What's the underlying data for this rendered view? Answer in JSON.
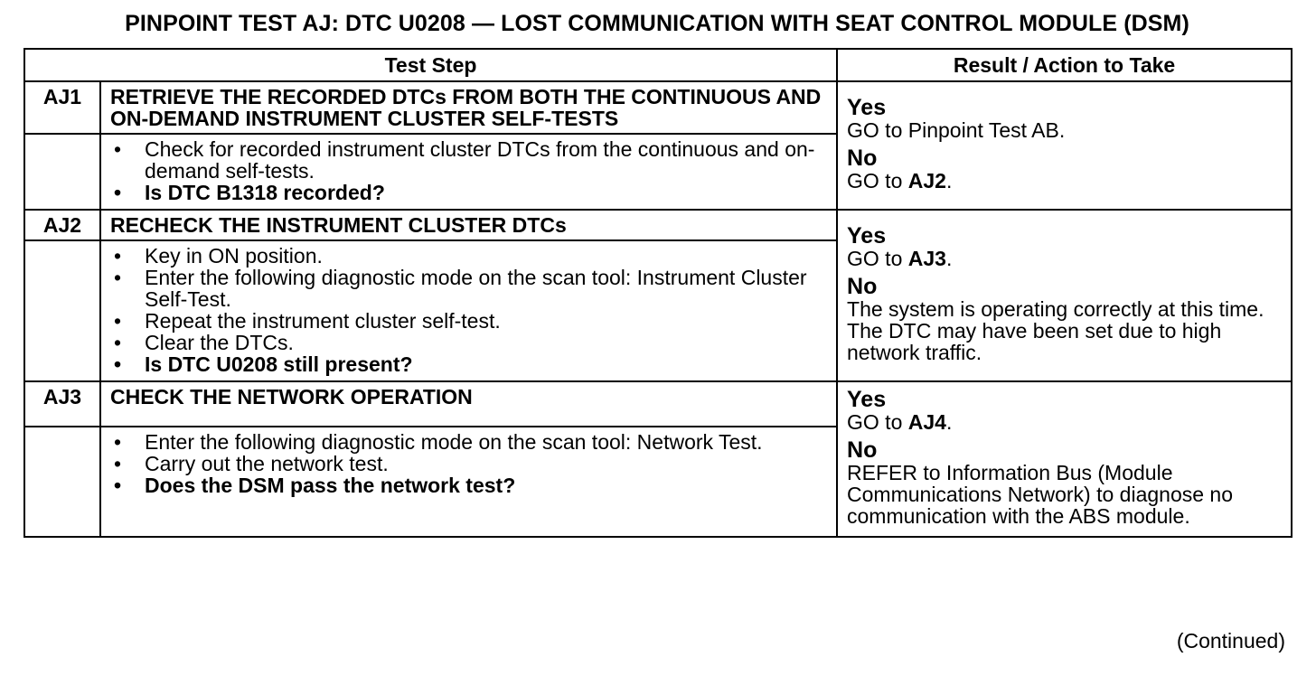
{
  "title": "PINPOINT TEST  AJ: DTC U0208 — LOST COMMUNICATION WITH SEAT CONTROL MODULE (DSM)",
  "columns": {
    "step": "Test Step",
    "result": "Result / Action to Take"
  },
  "steps": [
    {
      "id": "AJ1",
      "heading": "RETRIEVE THE RECORDED DTCs FROM BOTH THE CONTINUOUS AND ON-DEMAND INSTRUMENT CLUSTER SELF-TESTS",
      "actions": [
        {
          "text": "Check for recorded instrument cluster DTCs from the continuous and on-demand self-tests.",
          "question": false
        },
        {
          "text": "Is DTC B1318 recorded?",
          "question": true
        }
      ],
      "yes_label": "Yes",
      "yes_action_prefix": "GO to Pinpoint Test AB.",
      "yes_action_ref": "",
      "yes_action_suffix": "",
      "no_label": "No",
      "no_action_prefix": "GO to ",
      "no_action_ref": "AJ2",
      "no_action_suffix": "."
    },
    {
      "id": "AJ2",
      "heading": "RECHECK THE INSTRUMENT CLUSTER DTCs",
      "actions": [
        {
          "text": "Key in ON position.",
          "question": false
        },
        {
          "text": "Enter the following diagnostic mode on the scan tool: Instrument Cluster Self-Test.",
          "question": false
        },
        {
          "text": "Repeat the instrument cluster self-test.",
          "question": false
        },
        {
          "text": "Clear the DTCs.",
          "question": false
        },
        {
          "text": "Is DTC U0208 still present?",
          "question": true
        }
      ],
      "yes_label": "Yes",
      "yes_action_prefix": "GO to ",
      "yes_action_ref": "AJ3",
      "yes_action_suffix": ".",
      "no_label": "No",
      "no_action_prefix": "The system is operating correctly at this time. The DTC may have been set due to high network traffic.",
      "no_action_ref": "",
      "no_action_suffix": ""
    },
    {
      "id": "AJ3",
      "heading": "CHECK THE NETWORK OPERATION",
      "actions": [
        {
          "text": "Enter the following diagnostic mode on the scan tool: Network Test.",
          "question": false
        },
        {
          "text": "Carry out the network test.",
          "question": false
        },
        {
          "text": "Does the DSM pass the network test?",
          "question": true
        }
      ],
      "yes_label": "Yes",
      "yes_action_prefix": "GO to ",
      "yes_action_ref": "AJ4",
      "yes_action_suffix": ".",
      "no_label": "No",
      "no_action_prefix": "REFER to Information Bus (Module Communications Network) to diagnose no communication with the ABS module.",
      "no_action_ref": "",
      "no_action_suffix": ""
    }
  ],
  "footer": "(Continued)"
}
